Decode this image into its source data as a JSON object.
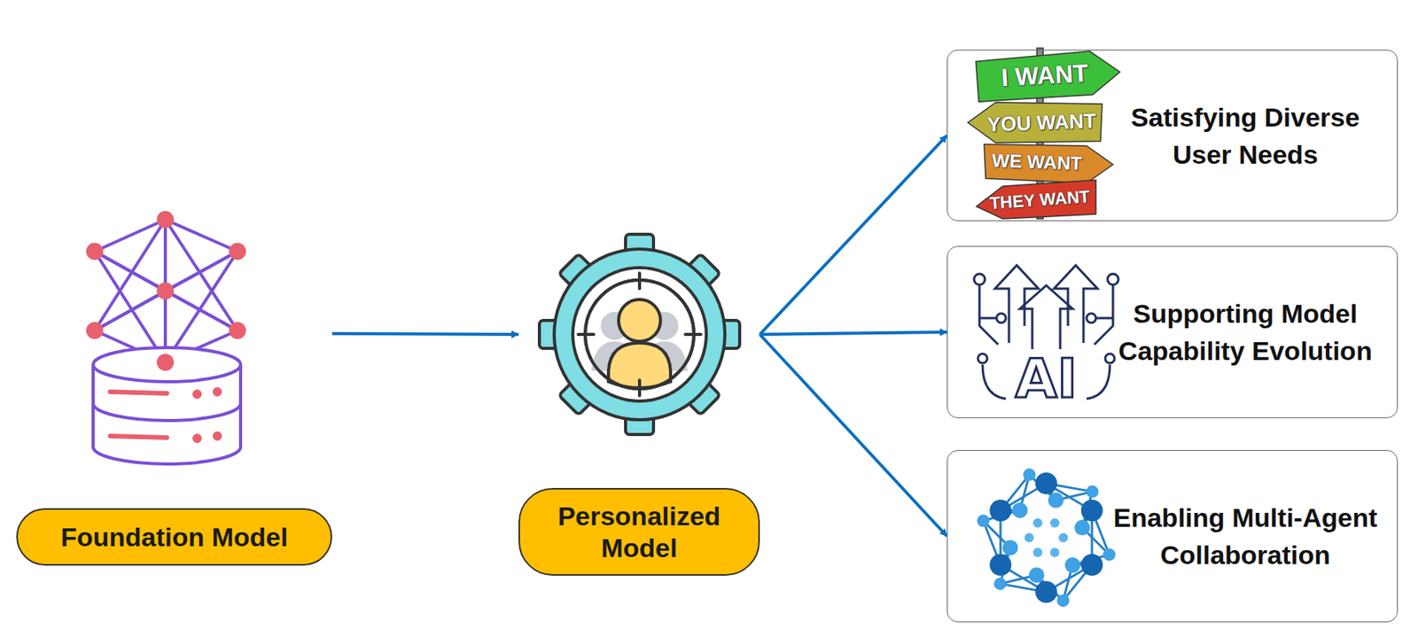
{
  "diagram": {
    "nodes": [
      {
        "text": [
          "Foundation Model"
        ]
      },
      {
        "text": [
          "Personalized Model"
        ]
      },
      {
        "text": [
          "Satisfying Diverse User Needs"
        ]
      },
      {
        "text": [
          "Supporting Model Capability Evolution"
        ]
      },
      {
        "text": [
          "Enabling Multi-Agent Collaboration"
        ]
      }
    ],
    "edges": [
      {
        "from": 0,
        "to": 1,
        "arrow": "to"
      },
      {
        "from": 1,
        "to": 2,
        "arrow": "to"
      },
      {
        "from": 1,
        "to": 3,
        "arrow": "to"
      },
      {
        "from": 1,
        "to": 4,
        "arrow": "to"
      }
    ],
    "labels": [
      "I WANT",
      "YOU WANT",
      "WE WANT",
      "THEY WANT",
      "AI"
    ]
  }
}
